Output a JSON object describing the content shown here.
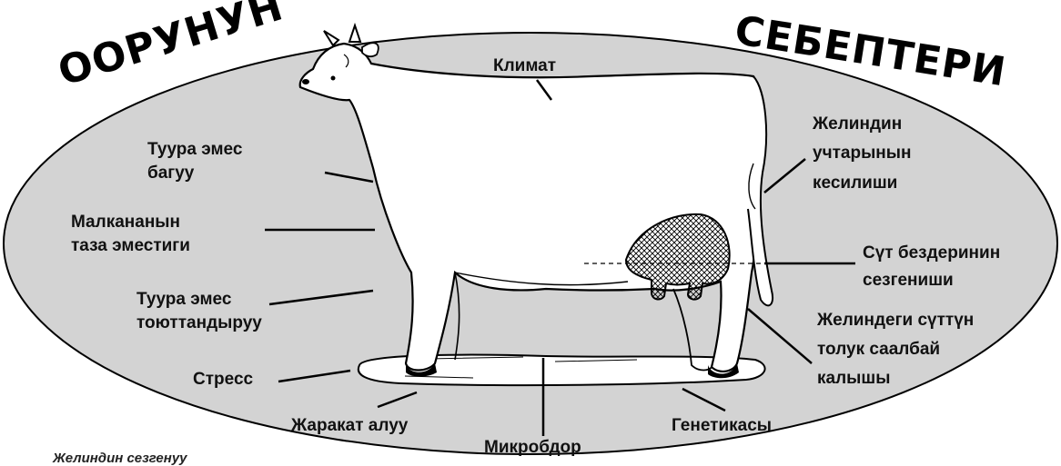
{
  "title": {
    "left_word": "ООРУНУН",
    "right_word": "СЕБЕПТЕРИ"
  },
  "labels": {
    "climate": "Климат",
    "wrong_care_1": "Туура эмес",
    "wrong_care_2": "багуу",
    "barn_1": "Малкананын",
    "barn_2": "таза эместиги",
    "wrong_feed_1": "Туура эмес",
    "wrong_feed_2": "тоюттандыруу",
    "stress": "Стресс",
    "injury": "Жаракат алуу",
    "microbes": "Микробдор",
    "genetics": "Генетикасы",
    "teat_cut_1": "Желиндин",
    "teat_cut_2": "учтарынын",
    "teat_cut_3": "кесилиши",
    "gland_1": "Сүт бездеринин",
    "gland_2": "сезгениши",
    "milk_1": "Желиндеги сүттүн",
    "milk_2": "толук саалбай",
    "milk_3": "калышы"
  },
  "caption": "Желиндин сезгенуу",
  "colors": {
    "ellipse_fill": "#d3d3d3",
    "outline": "#000000",
    "cow_fill": "#ffffff"
  }
}
